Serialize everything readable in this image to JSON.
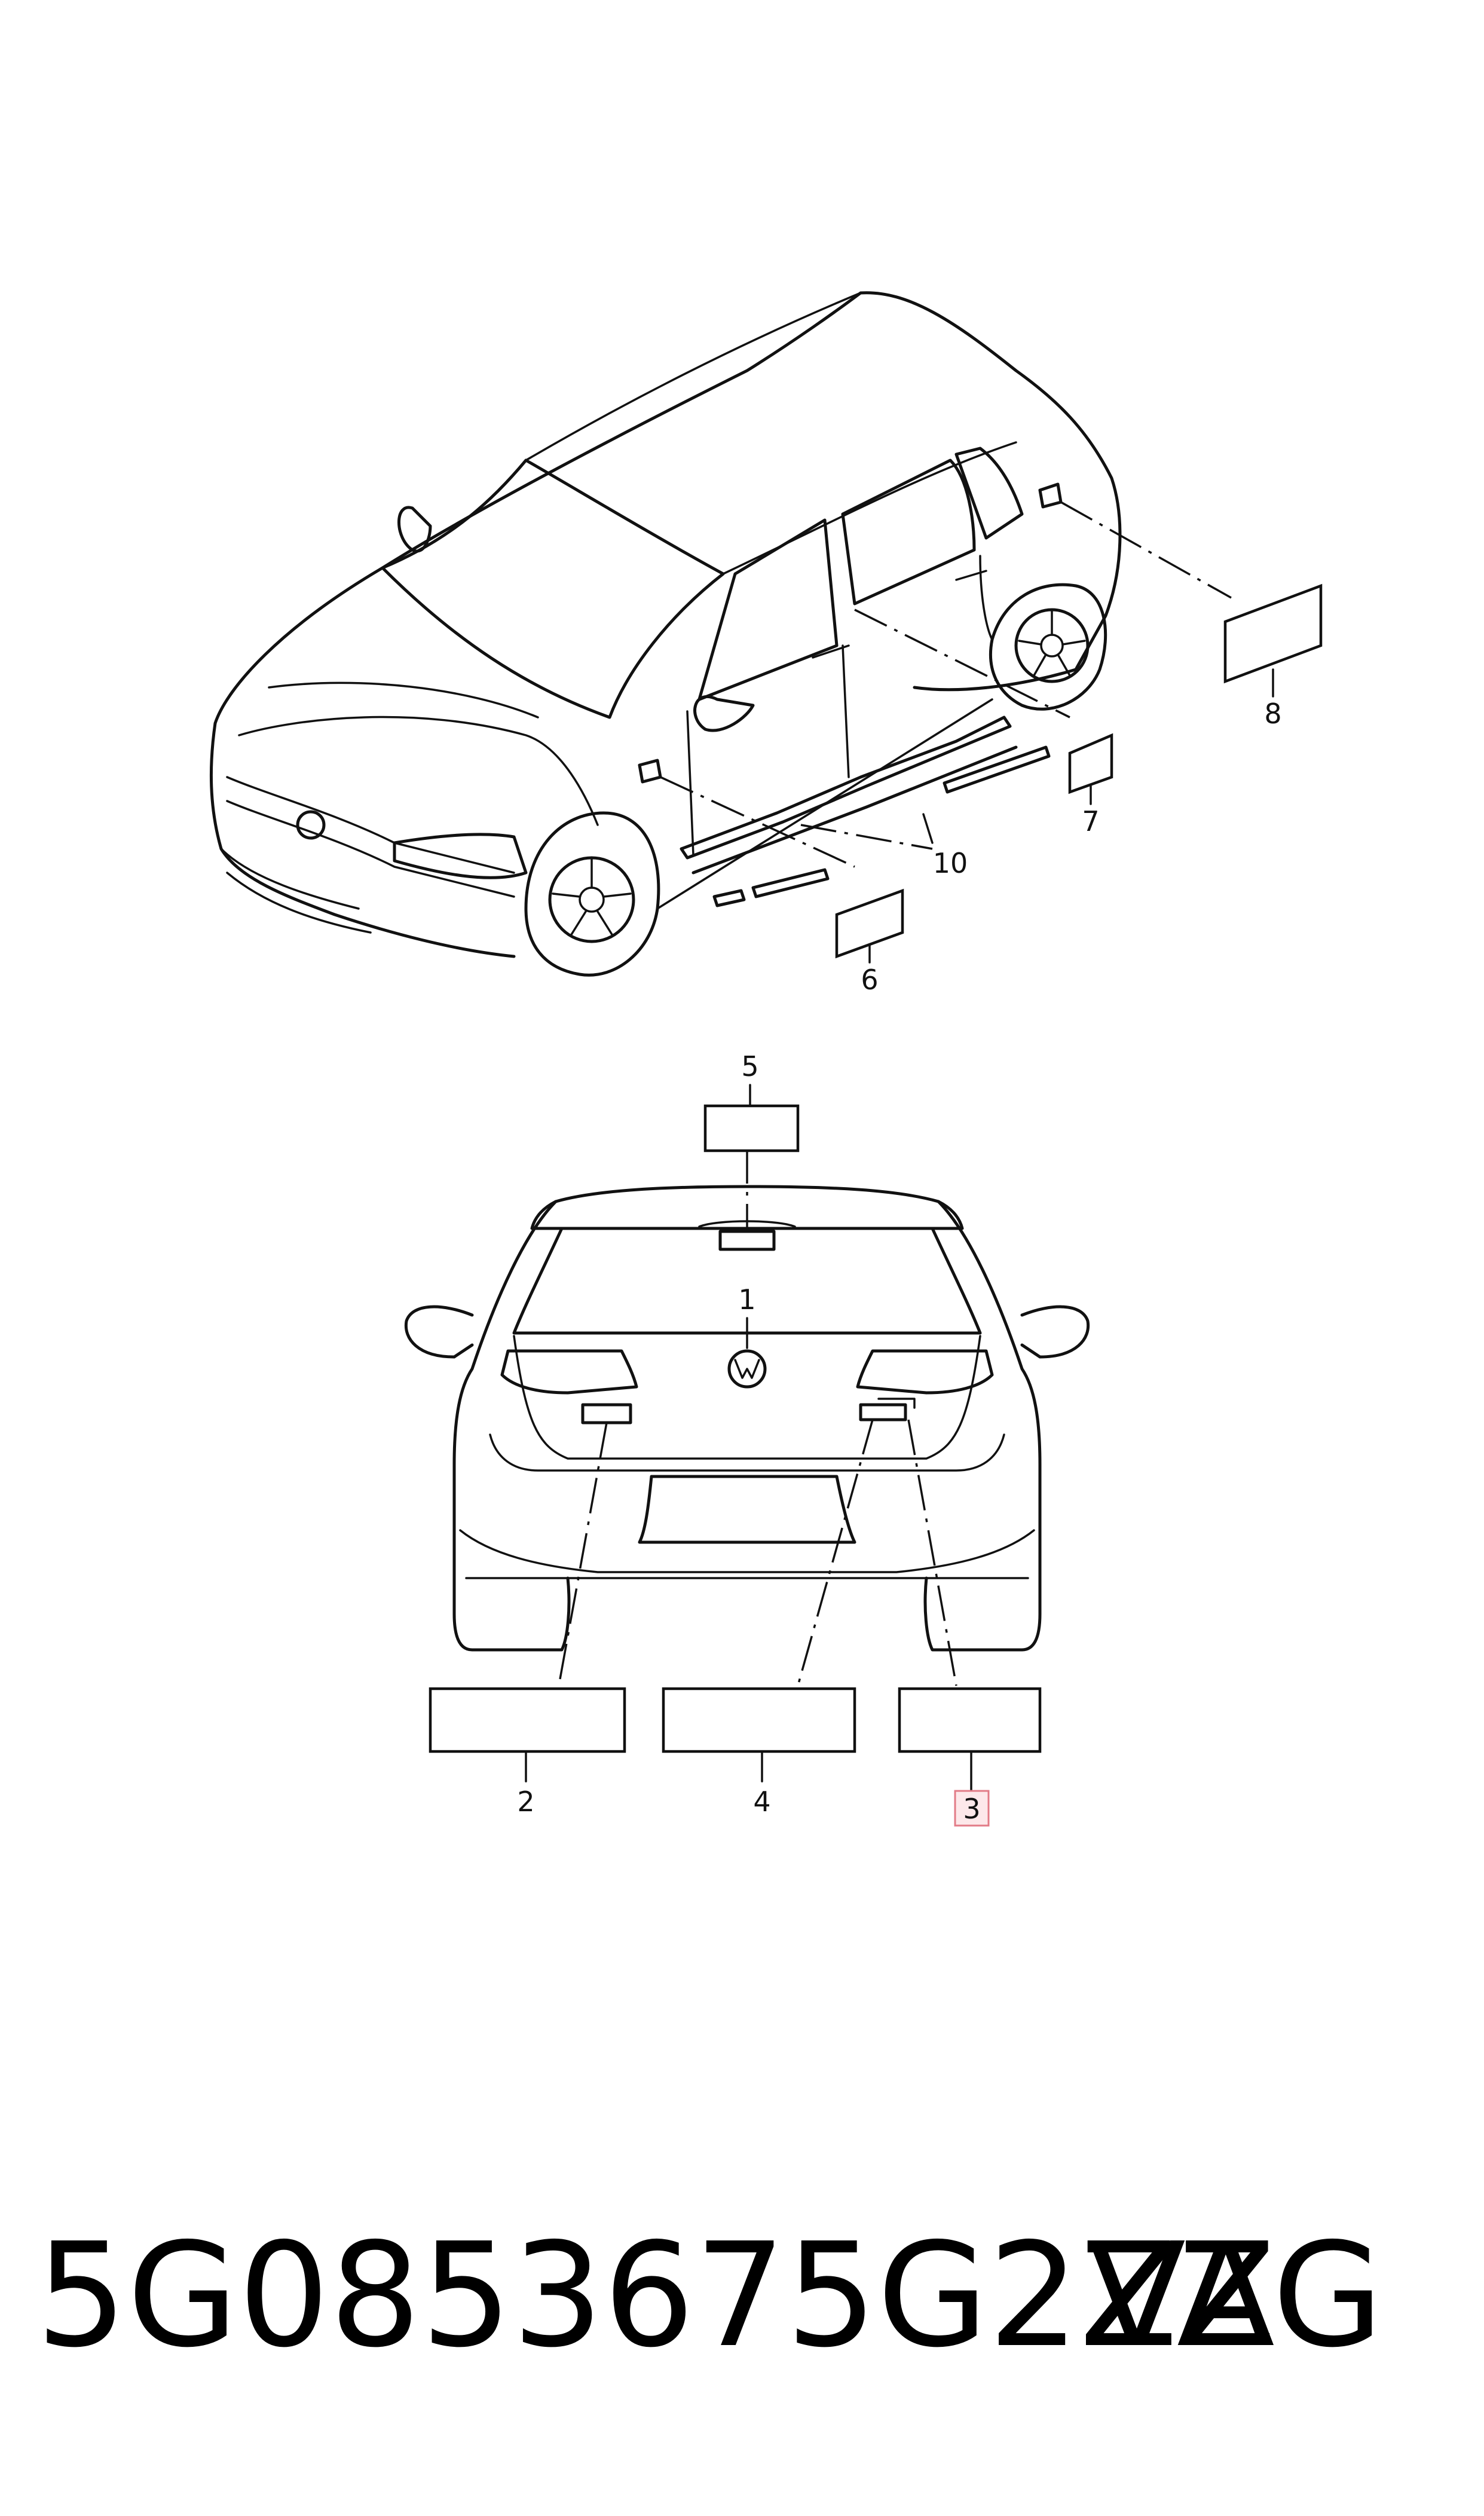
{
  "callouts": {
    "c1": "1",
    "c2": "2",
    "c3": "3",
    "c4": "4",
    "c5": "5",
    "c6": "6",
    "c7": "7",
    "c8": "8",
    "c10": "10"
  },
  "highlighted_callout": "3",
  "footer": {
    "part_number": "5G0853675G2ZZ",
    "brand": "VAG"
  },
  "colors": {
    "line": "#111111",
    "highlight_fill": "#fde8ea",
    "highlight_border": "#e27b87"
  }
}
